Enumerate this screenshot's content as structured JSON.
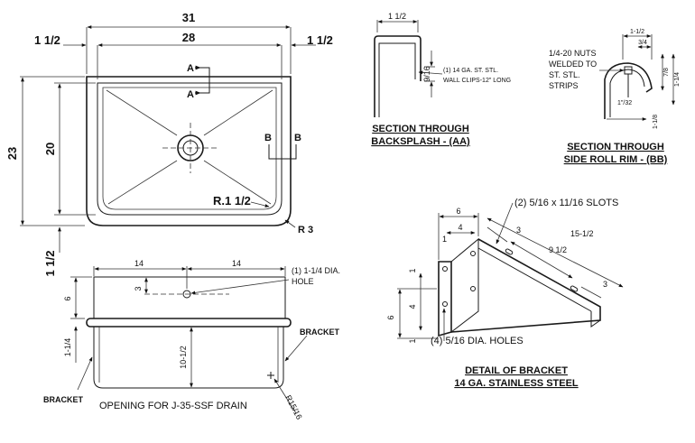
{
  "top_view": {
    "overall_width": "31",
    "inner_width": "28",
    "left_margin": "1 1/2",
    "right_margin": "1 1/2",
    "overall_depth": "23",
    "inner_depth": "20",
    "bottom_margin": "1 1/2",
    "section_a_top": "A",
    "section_a_bottom": "A",
    "section_b_left": "B",
    "section_b_right": "B",
    "inner_radius": "R.1 1/2",
    "outer_radius": "R 3"
  },
  "front_view": {
    "left_half": "14",
    "right_half": "14",
    "hole_offset": "3",
    "backsplash_height": "6",
    "rim_height": "1-1/4",
    "bowl_depth": "10-1/2",
    "hole_note_line1": "(1) 1-1/4 DIA.",
    "hole_note_line2": "HOLE",
    "bracket_right": "BRACKET",
    "bracket_left": "BRACKET",
    "drain_note": "OPENING FOR J-35-SSF DRAIN",
    "drain_radius": "R15/16"
  },
  "backsplash_section": {
    "width": "1 1/2",
    "height": "9/16",
    "note_line1": "(1) 14 GA.  ST. STL.",
    "note_line2": "WALL CLIPS-12\" LONG",
    "title_line1": "SECTION THROUGH",
    "title_line2": "BACKSPLASH - (AA)"
  },
  "rim_section": {
    "width": "1-1/2",
    "inner": "3/4",
    "height1": "7/8",
    "height2": "1-1/4",
    "bottom": "1-1/8",
    "small": "1\"/32",
    "note_line1": "1/4-20 NUTS",
    "note_line2": "WELDED TO",
    "note_line3": "ST. STL.",
    "note_line4": "STRIPS",
    "title_line1": "SECTION THROUGH",
    "title_line2": "SIDE ROLL RIM - (BB)"
  },
  "bracket_detail": {
    "slots_note": "(2) 5/16 x 11/16 SLOTS",
    "holes_note": "(4) 5/16 DIA. HOLES",
    "dim_6_top": "6",
    "dim_4_top": "4",
    "dim_1_top": "1",
    "dim_3_top": "3",
    "dim_9_1_2": "9 1/2",
    "dim_15_1_2": "15-1/2",
    "dim_3_right": "3",
    "dim_1_side_top": "1",
    "dim_4_side": "4",
    "dim_1_side_bottom": "1",
    "dim_6_side": "6",
    "title_line1": "DETAIL OF BRACKET",
    "title_line2": "14 GA. STAINLESS STEEL"
  }
}
